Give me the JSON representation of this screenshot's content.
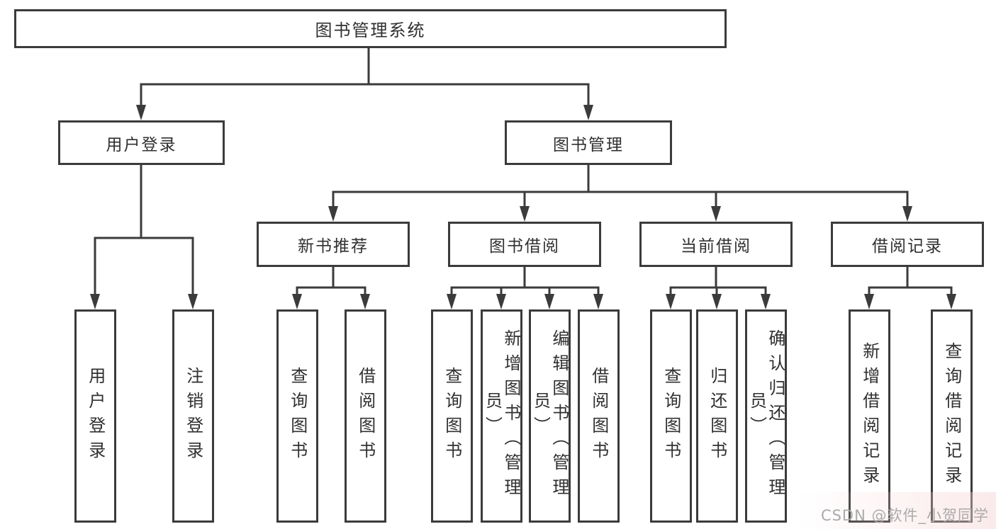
{
  "title": "图书管理系统",
  "level2": [
    {
      "label": "用户登录"
    },
    {
      "label": "图书管理"
    }
  ],
  "level3": [
    {
      "parent": "图书管理",
      "label": "新书推荐"
    },
    {
      "parent": "图书管理",
      "label": "图书借阅"
    },
    {
      "parent": "图书管理",
      "label": "当前借阅"
    },
    {
      "parent": "图书管理",
      "label": "借阅记录"
    }
  ],
  "leaves": [
    {
      "parent": "用户登录",
      "label": "用户登录"
    },
    {
      "parent": "用户登录",
      "label": "注销登录"
    },
    {
      "parent": "新书推荐",
      "label": "查询图书"
    },
    {
      "parent": "新书推荐",
      "label": "借阅图书"
    },
    {
      "parent": "图书借阅",
      "label": "查询图书"
    },
    {
      "parent": "图书借阅",
      "label": "新增图书（管理员）"
    },
    {
      "parent": "图书借阅",
      "label": "编辑图书（管理员）"
    },
    {
      "parent": "图书借阅",
      "label": "借阅图书"
    },
    {
      "parent": "当前借阅",
      "label": "查询图书"
    },
    {
      "parent": "当前借阅",
      "label": "归还图书"
    },
    {
      "parent": "当前借阅",
      "label": "确认归还（管理员）"
    },
    {
      "parent": "借阅记录",
      "label": "新增借阅记录"
    },
    {
      "parent": "借阅记录",
      "label": "查询借阅记录"
    }
  ],
  "watermark": "CSDN @软件_小贺同学",
  "colors": {
    "line": "#3b3b3b",
    "box_border": "#3b3b3b",
    "text": "#303030",
    "watermark": "#ababab",
    "background": "#ffffff"
  }
}
